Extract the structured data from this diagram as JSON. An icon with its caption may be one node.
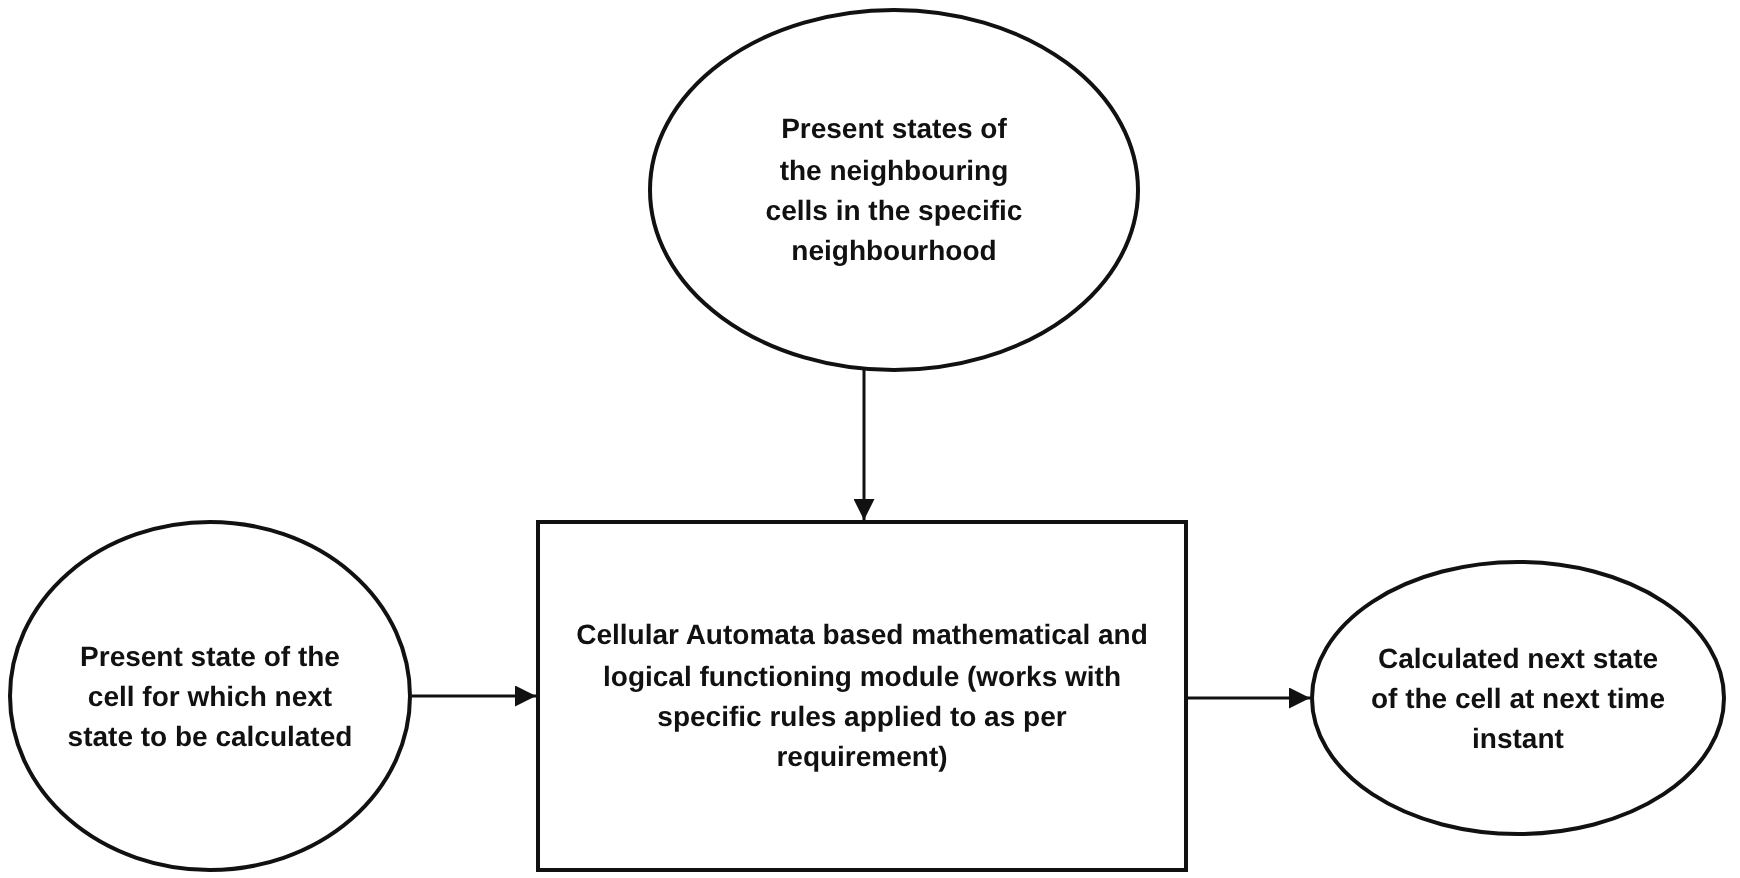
{
  "diagram": {
    "nodes": [
      {
        "text": [
          "Present states of the neighbouring cells in the specific neighbourhood"
        ]
      },
      {
        "text": [
          "Present state of the cell for which next state to be calculated"
        ]
      },
      {
        "text": [
          "Cellular Automata based mathematical and logical functioning module (works with specific rules applied to as per requirement)"
        ]
      },
      {
        "text": [
          "Calculated next state of the cell at next time instant"
        ]
      }
    ],
    "edges": [
      {
        "from": 0,
        "to": 2,
        "arrow": "to"
      },
      {
        "from": 1,
        "to": 2,
        "arrow": "to"
      },
      {
        "from": 2,
        "to": 3,
        "arrow": "to"
      }
    ]
  }
}
